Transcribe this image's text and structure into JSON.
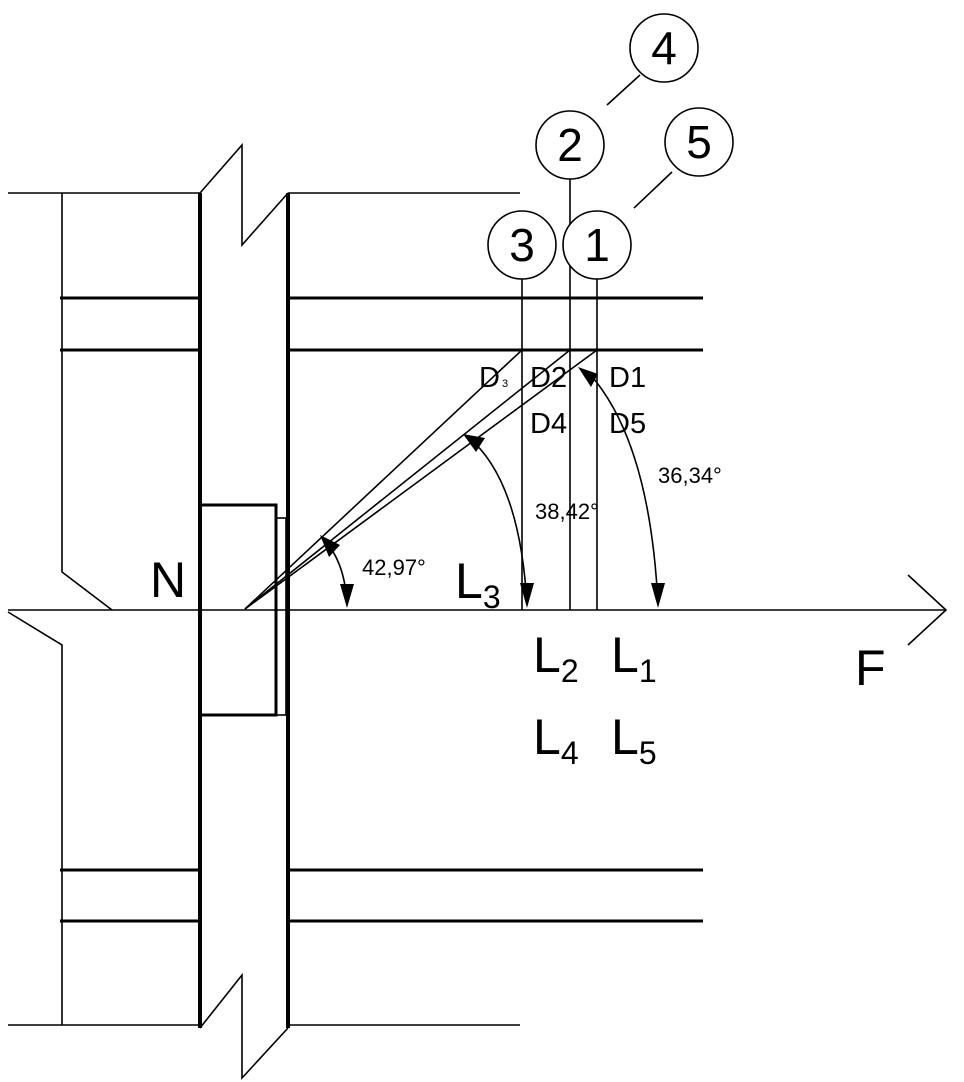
{
  "diagram": {
    "axis_end_label": "F",
    "origin_label": "N",
    "callouts": [
      "1",
      "2",
      "3",
      "4",
      "5"
    ],
    "d_labels": {
      "d3_main": "D",
      "d3_sub": "3",
      "d2": "D2",
      "d1": "D1",
      "d4": "D4",
      "d5": "D5"
    },
    "angles": {
      "a1": "36,34°",
      "a2": "38,42°",
      "a3": "42,97°"
    },
    "l_labels": {
      "l3_main": "L",
      "l3_sub": "3",
      "l2_main": "L",
      "l2_sub": "2",
      "l1_main": "L",
      "l1_sub": "1",
      "l4_main": "L",
      "l4_sub": "4",
      "l5_main": "L",
      "l5_sub": "5"
    }
  }
}
